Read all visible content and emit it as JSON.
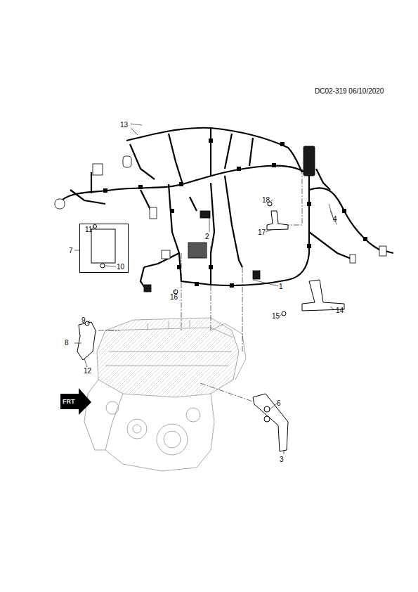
{
  "diagram": {
    "nodes": [
      {
        "text": [
          "7",
          "11",
          "10"
        ]
      }
    ],
    "labels": [
      "DC02-319 06/10/2020",
      "13",
      "18",
      "17",
      "4",
      "2",
      "1",
      "16",
      "14",
      "15",
      "9",
      "8",
      "12",
      "6",
      "3",
      "FRT"
    ]
  }
}
